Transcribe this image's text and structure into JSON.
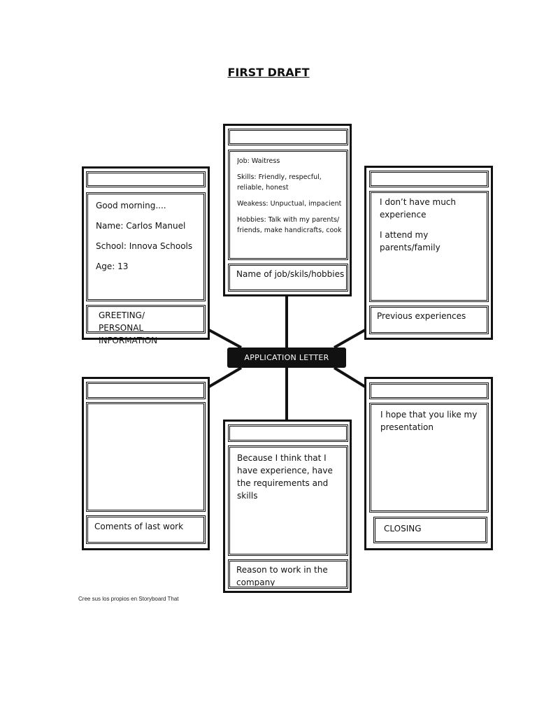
{
  "title": "FIRST DRAFT",
  "center_label": "APPLICATION LETTER",
  "panels": {
    "greeting": {
      "lines": [
        "Good morning....",
        "Name: Carlos Manuel",
        "School: Innova Schools",
        "Age: 13"
      ],
      "caption": "GREETING/ PERSONAL INFORMATION"
    },
    "job": {
      "lines": [
        "Job: Waitress",
        "Skills: Friendly, respecful, reliable, honest",
        "Weakess: Unpuctual, impacient",
        "Hobbies: Talk with my parents/ friends, make handicrafts, cook"
      ],
      "caption": "Name of job/skils/hobbies"
    },
    "experience": {
      "lines": [
        "I don’t have much experience",
        "I attend my parents/family"
      ],
      "caption": "Previous experiences"
    },
    "comments": {
      "lines": [],
      "caption": "Coments of last work"
    },
    "reason": {
      "lines": [
        "Because I think that I have experience, have the requirements and skills"
      ],
      "caption": "Reason to work in the company"
    },
    "closing": {
      "lines": [
        "I hope that you like my presentation"
      ],
      "caption": "CLOSING"
    }
  },
  "footer": "Cree sus los propios en Storyboard That"
}
